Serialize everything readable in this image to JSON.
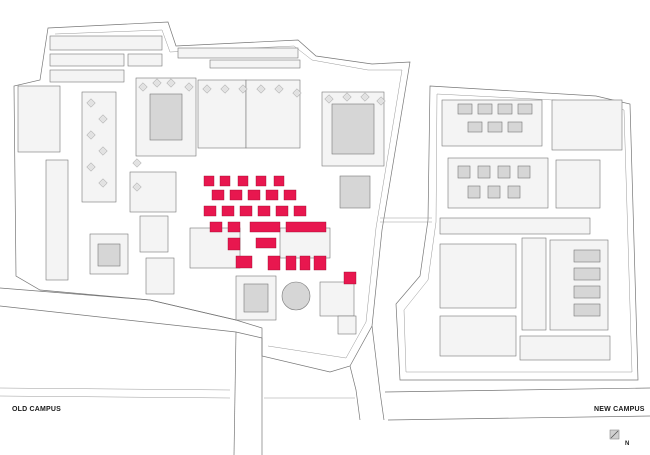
{
  "labels": {
    "old_campus": "OLD CAMPUS",
    "new_campus": "NEW CAMPUS",
    "north": "N"
  },
  "colors": {
    "highlight": "#e8174f",
    "building_outline": "#777777",
    "building_fill": "#d6d6d6",
    "background": "#ffffff"
  },
  "icons": {
    "north_arrow": "north-arrow-icon"
  }
}
